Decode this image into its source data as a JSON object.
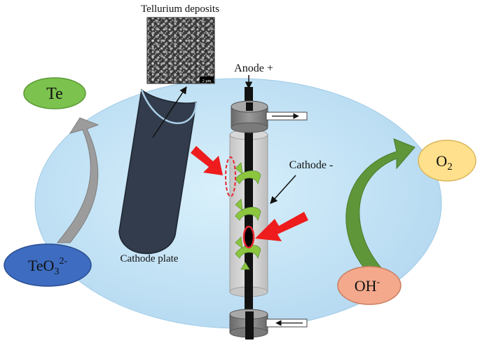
{
  "labels": {
    "tellurium_deposits": "Tellurium deposits",
    "scale_bar": "2 µm",
    "anode": "Anode +",
    "cathode": "Cathode -",
    "cathode_plate": "Cathode plate"
  },
  "species": {
    "te": "Te",
    "teo3_base": "TeO",
    "teo3_sub": "3",
    "teo3_sup": "2-",
    "o2_base": "O",
    "o2_sub": "2",
    "oh_base": "OH",
    "oh_sup": "-"
  },
  "colors": {
    "electrolyte": "#bfe3f6",
    "te_bubble": "#7cc24e",
    "teo3_bubble": "#3d6cc0",
    "o2_bubble": "#ffe08c",
    "oh_bubble": "#f4a98c",
    "cathode_plate": "#323c4c",
    "red_arrow": "#ee1c1c",
    "green_arrow": "#5f9639",
    "gray_arrow": "#9c9c9c",
    "helix": "#8cc63f"
  }
}
